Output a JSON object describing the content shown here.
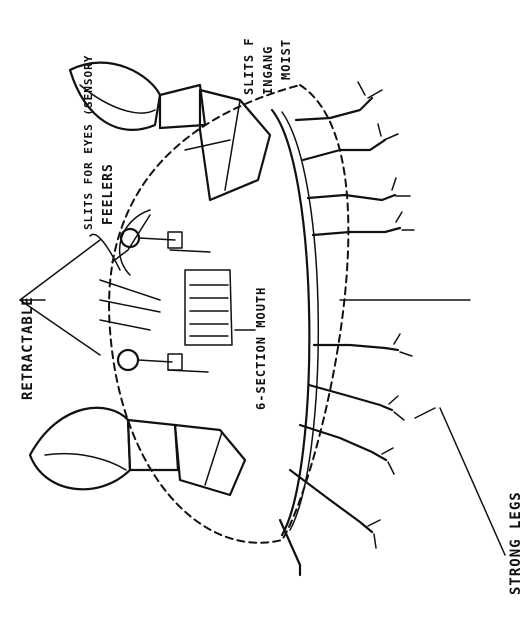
{
  "labels": {
    "retractable": "RETRACTABLE",
    "slits_eyes_sensory": "SLITS FOR EYES (SENSORY",
    "feelers": "FEELERS",
    "slits_intake": "SLITS F",
    "intake_2": "INGANG",
    "intake_3": "MOIST",
    "mouth": "6-SECTION MOUTH",
    "legs": "STRONG LEGS"
  },
  "ink_color": "#111111",
  "paper_color": "#ffffff"
}
